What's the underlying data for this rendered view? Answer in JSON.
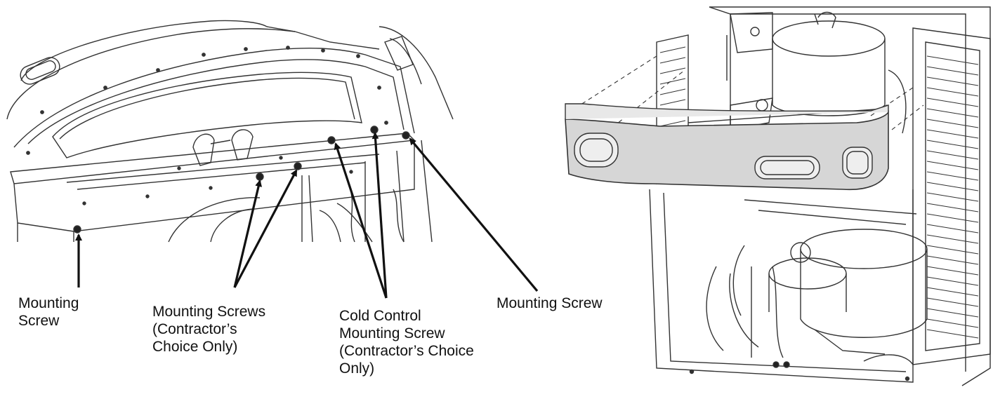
{
  "labels": {
    "left_mounting_screw": [
      "Mounting",
      "Screw"
    ],
    "mounting_screws_contractor": [
      "Mounting Screws",
      "(Contractor’s",
      "Choice Only)"
    ],
    "cold_control_screw": [
      "Cold Control",
      "Mounting Screw",
      "(Contractor’s Choice",
      "Only)"
    ],
    "right_mounting_screw": [
      "Mounting Screw"
    ]
  },
  "colors": {
    "line": "#222222",
    "panel_fill": "#d6d6d6",
    "ink": "#111111"
  }
}
